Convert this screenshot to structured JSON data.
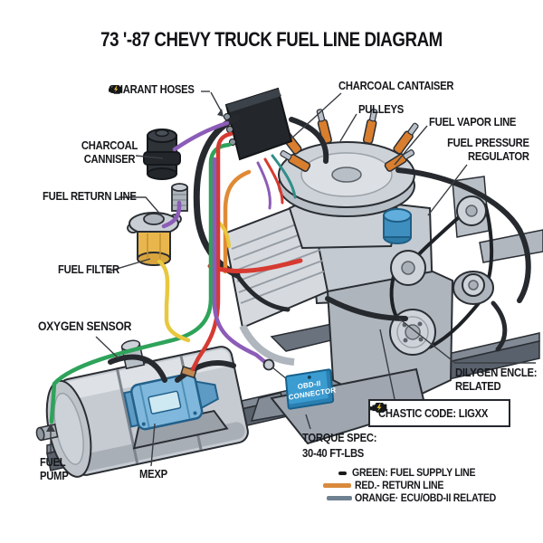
{
  "title": "73 '-87 CHEVY TRUCK FUEL LINE DIAGRAM",
  "callouts": {
    "chariant_hoses": "CHARANT HOSES",
    "charcoal_cantaiser": "CHARCOAL CANTAISER",
    "pulleys": "PULLEYS",
    "fuel_vapor_line": "FUEL VAPOR LINE",
    "fuel_pressure_regulator_1": "FUEL PRESSURE",
    "fuel_pressure_regulator_2": "REGULATOR",
    "charcoal_canniser_1": "CHARCOAL",
    "charcoal_canniser_2": "CANNISER",
    "fuel_return_line": "FUEL RETURN LINE",
    "fuel_filter": "FUEL FILTER",
    "oxygen_sensor": "OXYGEN SENSOR",
    "fuel_pump_1": "FUEL",
    "fuel_pump_2": "PUMP",
    "mexp": "MEXP",
    "dilygen_1": "DILYGEN ENCLE:",
    "dilygen_2": "RELATED",
    "torque_spec_1": "TORQUE SPEC:",
    "torque_spec_2": "30-40 FT-LBS",
    "obd_tag_1": "OBD-II",
    "obd_tag_2": "CONNECTOR",
    "dtc_code": "CHASTIC CODE: LIGXX"
  },
  "legend": {
    "rows": [
      {
        "swatch": "black-dash",
        "color": "#1A1A1A",
        "text": "GREEN: FUEL SUPPLY LINE"
      },
      {
        "swatch": "orange-line",
        "color": "#D98A3D",
        "text": "RED.- RETURN LINE"
      },
      {
        "swatch": "slate-line",
        "color": "#6E8191",
        "text": "ORANGE· ECU/OBD-II RELATED"
      }
    ]
  },
  "icons": {
    "check_engine": "check-engine-icon"
  },
  "colors": {
    "fuel_supply_green": "#2EA35A",
    "return_red": "#D63A31",
    "vapor_purple": "#8C5CB8",
    "filter_yellow": "#E8B64C",
    "ecu_orange": "#E08A36",
    "hose_black": "#26292E",
    "pump_blue": "#7FB8DC",
    "obd_tag_blue": "#3B9CD1",
    "engine_gray": "#CDD2D8"
  }
}
